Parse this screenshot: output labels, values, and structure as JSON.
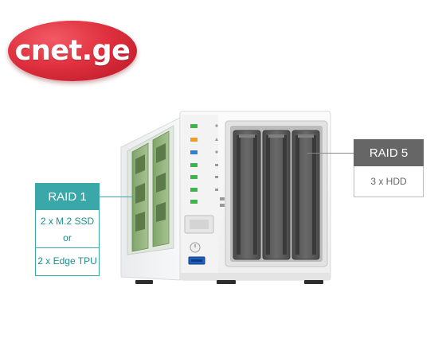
{
  "logo": {
    "text": "cnet.ge"
  },
  "raid1": {
    "title": "RAID 1",
    "line1": "2 x M.2 SSD",
    "line2": "or",
    "line3": "2 x Edge TPU"
  },
  "raid5": {
    "title": "RAID 5",
    "line1": "3 x HDD"
  },
  "colors": {
    "accent_teal": "#3aa8a8",
    "raid5_gray": "#666666",
    "logo_red": "#e0313f",
    "led_green": "#3cb54a",
    "led_orange": "#f29a1d",
    "led_blue": "#2f7fd6",
    "drive_gray": "#5a5a5a",
    "pcb_green": "#8fb27a"
  }
}
